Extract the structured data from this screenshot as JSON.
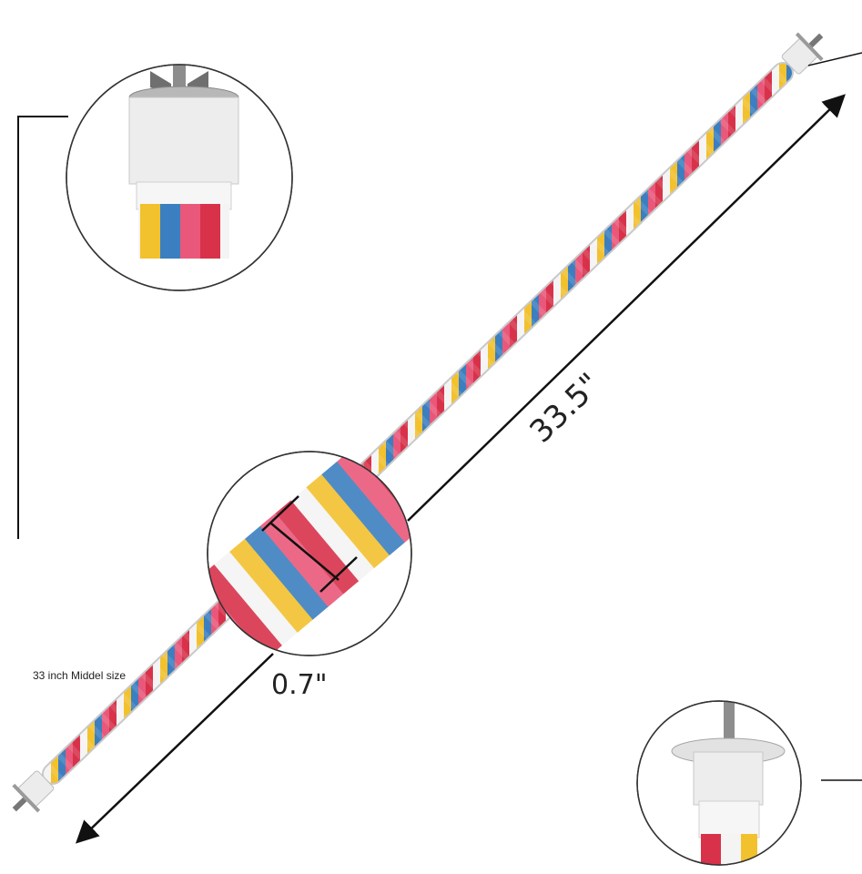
{
  "labels": {
    "length": "33.5\"",
    "diameter": "0.7\"",
    "size_note": "33 inch Middel size"
  },
  "colors": {
    "rope_red": "#d8324a",
    "rope_pink": "#e9587a",
    "rope_yellow": "#f2c12e",
    "rope_blue": "#3b7fc0",
    "rope_white": "#f4f4f4",
    "end_cap": "#ececec",
    "steel": "#9a9a9a",
    "line": "#111111"
  },
  "icons": [
    "bolt-icon",
    "wing-nut-icon",
    "end-cap-icon",
    "arrow-icon"
  ]
}
